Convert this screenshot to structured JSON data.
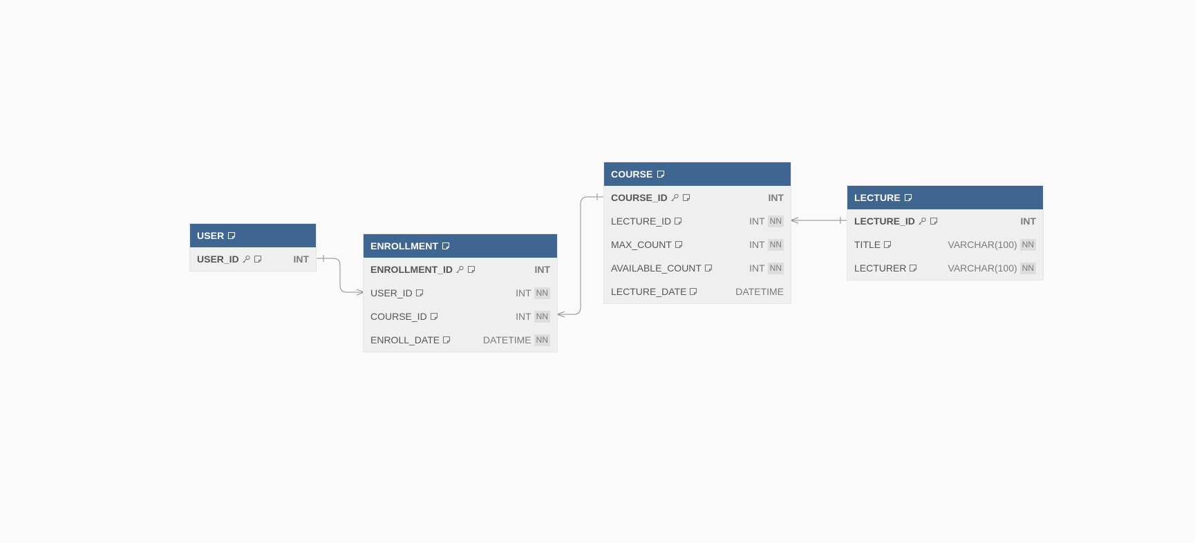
{
  "entities": {
    "user": {
      "name": "USER",
      "attributes": [
        {
          "name": "USER_ID",
          "type": "INT",
          "pk": true,
          "nn": ""
        }
      ]
    },
    "enrollment": {
      "name": "ENROLLMENT",
      "attributes": [
        {
          "name": "ENROLLMENT_ID",
          "type": "INT",
          "pk": true,
          "nn": ""
        },
        {
          "name": "USER_ID",
          "type": "INT",
          "pk": false,
          "nn": "NN"
        },
        {
          "name": "COURSE_ID",
          "type": "INT",
          "pk": false,
          "nn": "NN"
        },
        {
          "name": "ENROLL_DATE",
          "type": "DATETIME",
          "pk": false,
          "nn": "NN"
        }
      ]
    },
    "course": {
      "name": "COURSE",
      "attributes": [
        {
          "name": "COURSE_ID",
          "type": "INT",
          "pk": true,
          "nn": ""
        },
        {
          "name": "LECTURE_ID",
          "type": "INT",
          "pk": false,
          "nn": "NN"
        },
        {
          "name": "MAX_COUNT",
          "type": "INT",
          "pk": false,
          "nn": "NN"
        },
        {
          "name": "AVAILABLE_COUNT",
          "type": "INT",
          "pk": false,
          "nn": "NN"
        },
        {
          "name": "LECTURE_DATE",
          "type": "DATETIME",
          "pk": false,
          "nn": ""
        }
      ]
    },
    "lecture": {
      "name": "LECTURE",
      "attributes": [
        {
          "name": "LECTURE_ID",
          "type": "INT",
          "pk": true,
          "nn": ""
        },
        {
          "name": "TITLE",
          "type": "VARCHAR(100)",
          "pk": false,
          "nn": "NN"
        },
        {
          "name": "LECTURER",
          "type": "VARCHAR(100)",
          "pk": false,
          "nn": "NN"
        }
      ]
    }
  },
  "icons": {
    "comment": "note-icon",
    "key": "key-icon"
  },
  "colors": {
    "header": "#3f6591",
    "line": "#8c8c8c"
  }
}
